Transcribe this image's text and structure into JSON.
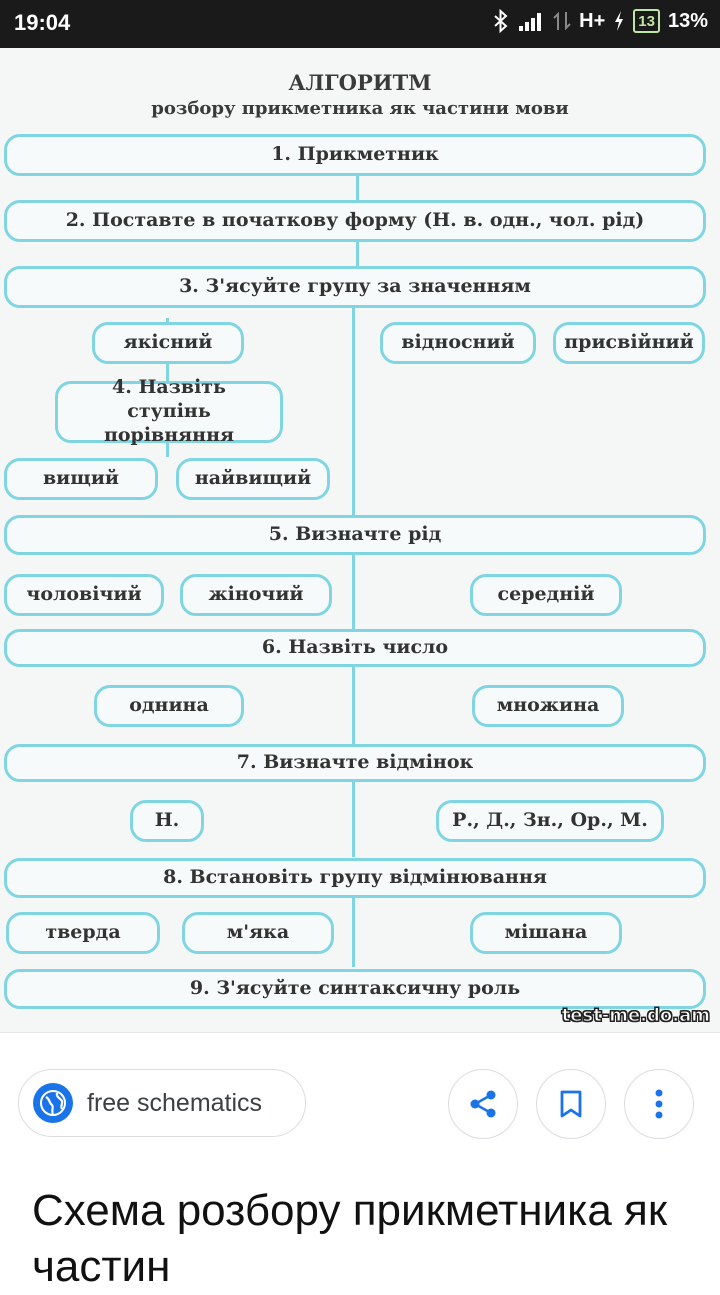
{
  "status_bar": {
    "time": "19:04",
    "network": "H+",
    "battery_level": "13",
    "battery_percent": "13%"
  },
  "scheme": {
    "title": "АЛГОРИТМ",
    "subtitle": "розбору прикметника як частини мови",
    "steps": {
      "s1": "1. Прикметник",
      "s2": "2. Поставте в початкову форму (Н. в. одн., чол. рід)",
      "s3": "3. З'ясуйте групу за значенням",
      "s4": "4. Назвіть ступінь порівняння",
      "s5": "5. Визначте рід",
      "s6": "6. Назвіть число",
      "s7": "7. Визначте відмінок",
      "s8": "8. Встановіть групу відмінювання",
      "s9": "9. З'ясуйте синтаксичну роль"
    },
    "options": {
      "yakisnyi": "якісний",
      "vidnosnyi": "відносний",
      "prysviinyi": "присвійний",
      "vyshchyi": "вищий",
      "naivyshchyi": "найвищий",
      "cholovichyi": "чоловічий",
      "zhinochyi": "жіночий",
      "serednii": "середній",
      "odnyna": "однина",
      "mnozhyna": "множина",
      "n": "Н.",
      "cases": "Р., Д., Зн., Ор., М.",
      "tverda": "тверда",
      "miaka": "м'яка",
      "mishana": "мішана"
    },
    "watermark": "test-me.do.am",
    "accent_color": "#7fd6e2"
  },
  "panel": {
    "source_chip": "free schematics",
    "caption": "Схема розбору прикметника як частин",
    "icons": [
      "globe-icon",
      "share-icon",
      "bookmark-icon",
      "more-vert-icon"
    ]
  }
}
